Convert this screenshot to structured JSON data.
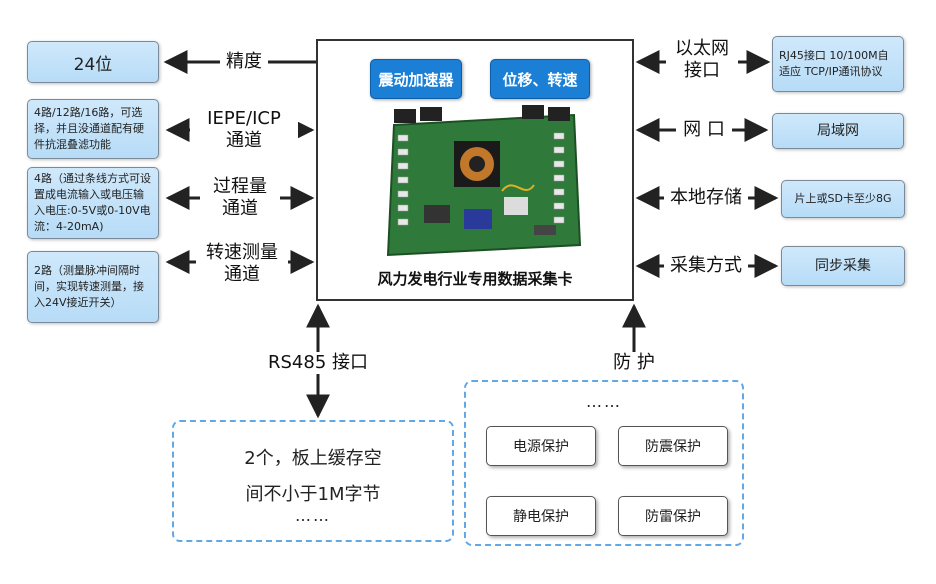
{
  "main_card": {
    "btn_vibration": "震动加速器",
    "btn_displacement": "位移、转速",
    "title": "风力发电行业专用数据采集卡"
  },
  "left": {
    "precision": {
      "label": "精度",
      "box": "24位"
    },
    "iepe": {
      "label_line1": "IEPE/ICP",
      "label_line2": "通道",
      "box": "4路/12路/16路，可选择，并且没通道配有硬件抗混叠滤功能"
    },
    "process": {
      "label_line1": "过程量",
      "label_line2": "通道",
      "box": "4路（通过条线方式可设置成电流输入或电压输入电压:0-5V或0-10V电流：4-20mA)"
    },
    "speed": {
      "label_line1": "转速测量",
      "label_line2": "通道",
      "box": "2路（测量脉冲间隔时间，实现转速测量，接入24V接近开关）"
    }
  },
  "right": {
    "ethernet": {
      "label_line1": "以太网",
      "label_line2": "接口",
      "box": "RJ45接口 10/100M自适应 TCP/IP通讯协议"
    },
    "network": {
      "label": "网 口",
      "box": "局域网"
    },
    "storage": {
      "label": "本地存储",
      "box": "片上或SD卡至少8G"
    },
    "acquisition": {
      "label": "采集方式",
      "box": "同步采集"
    }
  },
  "bottom": {
    "rs485_label": "RS485 接口",
    "buffer_line1": "2个，板上缓存空",
    "buffer_line2": "间不小于1M字节",
    "buffer_more": "……",
    "protection_label": "防 护",
    "protection_more": "……",
    "protection_items": [
      "电源保护",
      "防震保护",
      "静电保护",
      "防雷保护"
    ]
  }
}
